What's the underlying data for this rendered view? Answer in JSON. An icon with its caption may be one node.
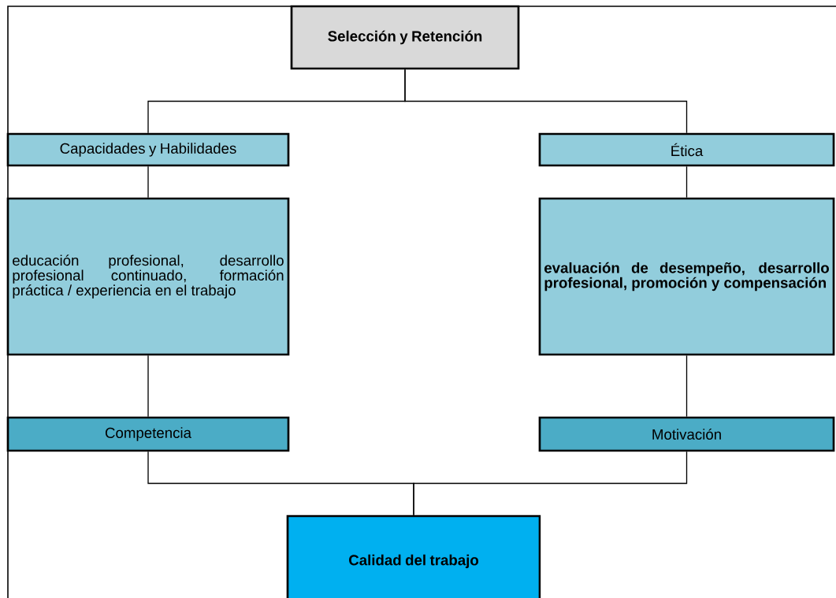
{
  "diagram": {
    "nodes": [
      {
        "text": [
          "Selección y Retención"
        ]
      },
      {
        "text": [
          "Capacidades y Habilidades"
        ]
      },
      {
        "text": [
          "Ética"
        ]
      },
      {
        "text": [
          "educación profesional, desarrollo profesional continuado, formación práctica / experiencia en el trabajo"
        ]
      },
      {
        "text": [
          "evaluación de desempeño, desarrollo profesional, promoción y compensación"
        ]
      },
      {
        "text": [
          "Competencia"
        ]
      },
      {
        "text": [
          "Motivación"
        ]
      },
      {
        "text": [
          "Calidad del trabajo"
        ]
      }
    ],
    "edges": [
      {
        "from": 0,
        "to": 1,
        "arrow": "none"
      },
      {
        "from": 0,
        "to": 2,
        "arrow": "none"
      },
      {
        "from": 1,
        "to": 3,
        "arrow": "none"
      },
      {
        "from": 2,
        "to": 4,
        "arrow": "none"
      },
      {
        "from": 3,
        "to": 5,
        "arrow": "none"
      },
      {
        "from": 4,
        "to": 6,
        "arrow": "none"
      },
      {
        "from": 5,
        "to": 7,
        "arrow": "none"
      },
      {
        "from": 6,
        "to": 7,
        "arrow": "none"
      }
    ]
  }
}
